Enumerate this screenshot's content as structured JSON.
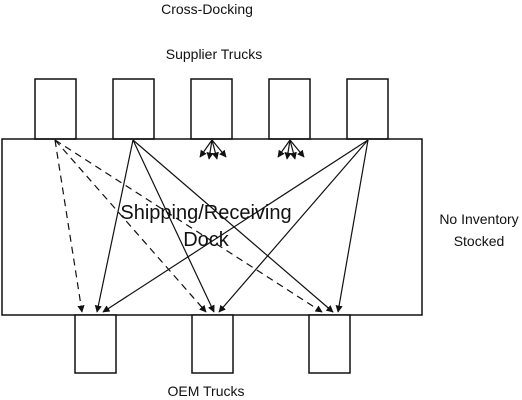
{
  "title": "Cross-Docking",
  "supplier_label": "Supplier Trucks",
  "dock_label_line1": "Shipping/Receiving",
  "dock_label_line2": "Dock",
  "note_line1": "No Inventory",
  "note_line2": "Stocked",
  "oem_label": "OEM Trucks",
  "supplier_truck_count": 5,
  "oem_truck_count": 3
}
